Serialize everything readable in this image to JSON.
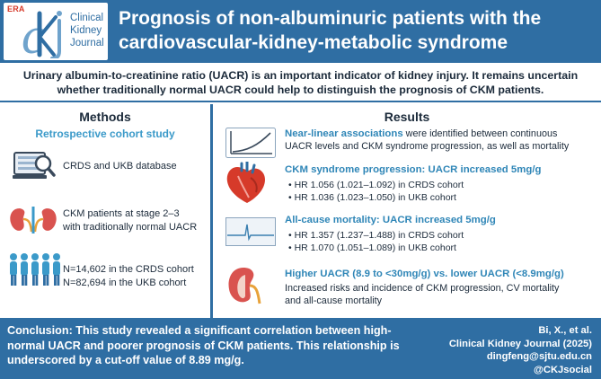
{
  "header": {
    "era_text": "ERA",
    "journal_lines": [
      "Clinical",
      "Kidney",
      "Journal"
    ],
    "title": "Prognosis of non-albuminuric patients with the cardiovascular-kidney-metabolic syndrome"
  },
  "intro": {
    "text": "Urinary albumin-to-creatinine ratio (UACR) is an important indicator of kidney injury. It remains uncertain whether traditionally normal UACR could help to distinguish the prognosis of CKM patients."
  },
  "methods": {
    "title": "Methods",
    "subtitle": "Retrospective cohort study",
    "items": [
      {
        "lines": [
          "CRDS and UKB database"
        ],
        "icon": "database-magnifier-icon"
      },
      {
        "lines": [
          "CKM patients at stage 2–3",
          "with traditionally normal UACR"
        ],
        "icon": "kidney-icon"
      },
      {
        "lines": [
          "N=14,602 in the CRDS cohort",
          "N=82,694 in the UKB cohort"
        ],
        "icon": "people-group-icon"
      }
    ]
  },
  "results": {
    "title": "Results",
    "r1": {
      "icon": "curve-chart-icon",
      "head": "Near-linear associations",
      "body_rest": " were identified between continuous",
      "line2": "UACR levels and CKM syndrome progression, as well as mortality"
    },
    "r2": {
      "icon": "heart-icon",
      "head": "CKM syndrome progression: UACR increased 5mg/g",
      "bullets": [
        "• HR 1.056 (1.021–1.092) in CRDS cohort",
        "• HR 1.036 (1.023–1.050) in UKB cohort"
      ]
    },
    "r3": {
      "icon": "ecg-icon",
      "head": "All-cause mortality: UACR increased 5mg/g",
      "bullets": [
        "• HR 1.357 (1.237–1.488) in CRDS cohort",
        "• HR 1.070 (1.051–1.089) in UKB cohort"
      ]
    },
    "r4": {
      "icon": "kidney-icon",
      "head": "Higher UACR (8.9 to <30mg/g) vs. lower UACR (<8.9mg/g)",
      "lines": [
        "Increased risks and incidence of CKM progression, CV mortality",
        "and all-cause mortality"
      ]
    }
  },
  "footer": {
    "conclusion": "Conclusion: This study revealed a significant correlation between high-normal UACR and poorer prognosis of CKM patients. This relationship is underscored by a cut-off value of 8.89 mg/g.",
    "citation": [
      "Bi, X., et al.",
      "Clinical Kidney Journal (2025)",
      "dingfeng@sjtu.edu.cn",
      "@CKJsocial"
    ]
  },
  "colors": {
    "brand_blue": "#2f6ea3",
    "accent_blue": "#3b9ac9",
    "heart_red": "#d63a2a"
  }
}
